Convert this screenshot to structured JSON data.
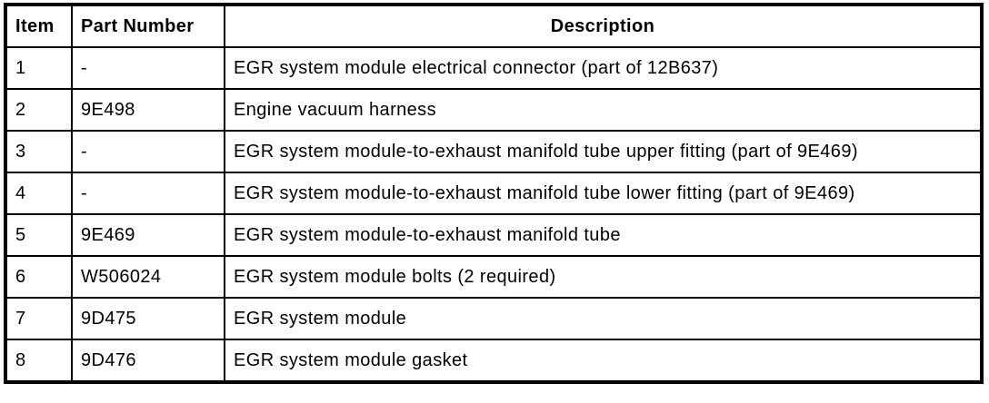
{
  "table": {
    "columns": [
      "Item",
      "Part Number",
      "Description"
    ],
    "rows": [
      {
        "item": "1",
        "part_number": "-",
        "description": "EGR system module electrical connector (part of 12B637)"
      },
      {
        "item": "2",
        "part_number": "9E498",
        "description": "Engine vacuum harness"
      },
      {
        "item": "3",
        "part_number": "-",
        "description": "EGR system module-to-exhaust manifold tube upper fitting (part of 9E469)"
      },
      {
        "item": "4",
        "part_number": "-",
        "description": "EGR system module-to-exhaust manifold tube lower fitting (part of 9E469)"
      },
      {
        "item": "5",
        "part_number": "9E469",
        "description": "EGR system module-to-exhaust manifold tube"
      },
      {
        "item": "6",
        "part_number": "W506024",
        "description": "EGR system module bolts (2 required)"
      },
      {
        "item": "7",
        "part_number": "9D475",
        "description": "EGR system module"
      },
      {
        "item": "8",
        "part_number": "9D476",
        "description": "EGR system module gasket"
      }
    ],
    "colors": {
      "border": "#000000",
      "text": "#000000",
      "background": "#ffffff"
    }
  }
}
